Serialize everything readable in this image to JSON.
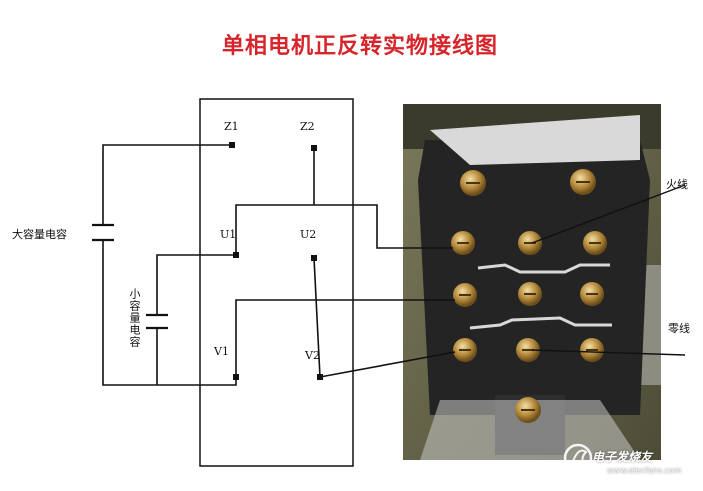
{
  "title": "单相电机正反转实物接线图",
  "terminals": {
    "z1": "Z1",
    "z2": "Z2",
    "u1": "U1",
    "u2": "U2",
    "v1": "V1",
    "v2": "V2"
  },
  "capacitors": {
    "large": "大容量电容",
    "small": "小容量电容"
  },
  "wires": {
    "live": "火线",
    "neutral": "零线"
  },
  "watermark": {
    "text": "电子发烧友",
    "sub": "www.elecfans.com"
  },
  "colors": {
    "title": "#d7262b",
    "line": "#111111",
    "photo_bg": "#6b6a4a",
    "switch_body": "#2a2a2a",
    "brass": "#b58a3c"
  }
}
